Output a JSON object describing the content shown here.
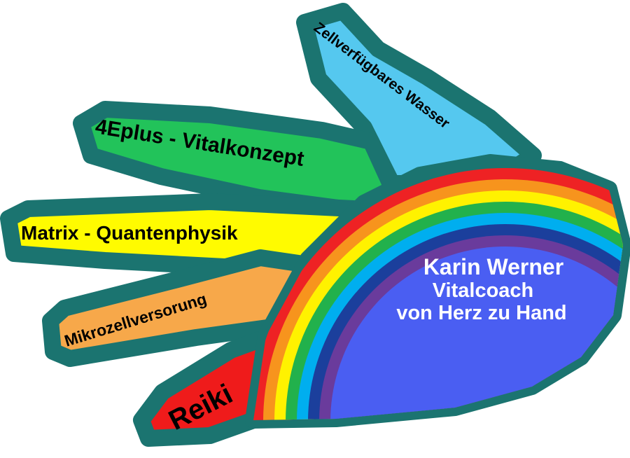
{
  "fingers": {
    "thumb": "Zellverfügbares Wasser",
    "index": "4Eplus - Vitalkonzept",
    "middle": "Matrix - Quantenphysik",
    "ring": "Mikrozellversorung",
    "little": "Reiki"
  },
  "palm": {
    "name": "Karin Werner",
    "title": "Vitalcoach",
    "tagline": "von Herz zu Hand"
  },
  "colors": {
    "outline": "#1b7470",
    "thumb": "#55c8ef",
    "index": "#22c35a",
    "middle": "#fffb00",
    "ring": "#f7a84a",
    "little": "#ef1b1b",
    "palm": "#4a5ef2",
    "rainbow": [
      "#ee2224",
      "#f7941d",
      "#fff200",
      "#22b14c",
      "#00aeef",
      "#1b3f9c",
      "#6a3b9c"
    ]
  }
}
